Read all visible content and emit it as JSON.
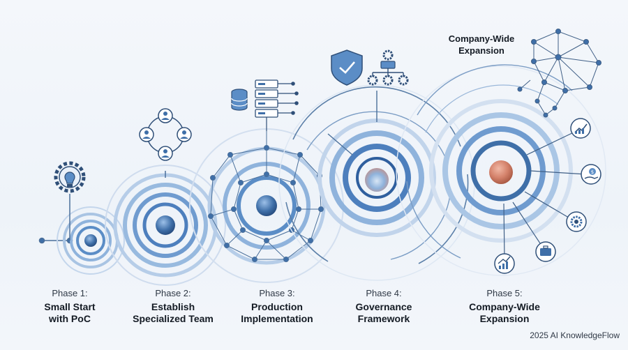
{
  "phases": [
    {
      "label": "Phase 1:",
      "title": "Small Start\nwith PoC",
      "icon": "lightbulb-gear-icon"
    },
    {
      "label": "Phase 2:",
      "title": "Establish\nSpecialized Team",
      "icon": "team-cycle-icon"
    },
    {
      "label": "Phase 3:",
      "title": "Production\nImplementation",
      "icon": "database-server-icon"
    },
    {
      "label": "Phase 4:",
      "title": "Governance\nFramework",
      "icon": "shield-hierarchy-icon"
    },
    {
      "label": "Phase 5:",
      "title": "Company-Wide\nExpansion",
      "icon": "network-globe-icon"
    }
  ],
  "top_label": "Company-Wide\nExpansion",
  "footer": "2025 AI KnowledgeFlow",
  "colors": {
    "primary": "#3f6fa8",
    "ring": "#5b8dc6",
    "light": "#a9c4e3",
    "center_warm": "#d4826b",
    "text": "#141b24"
  }
}
